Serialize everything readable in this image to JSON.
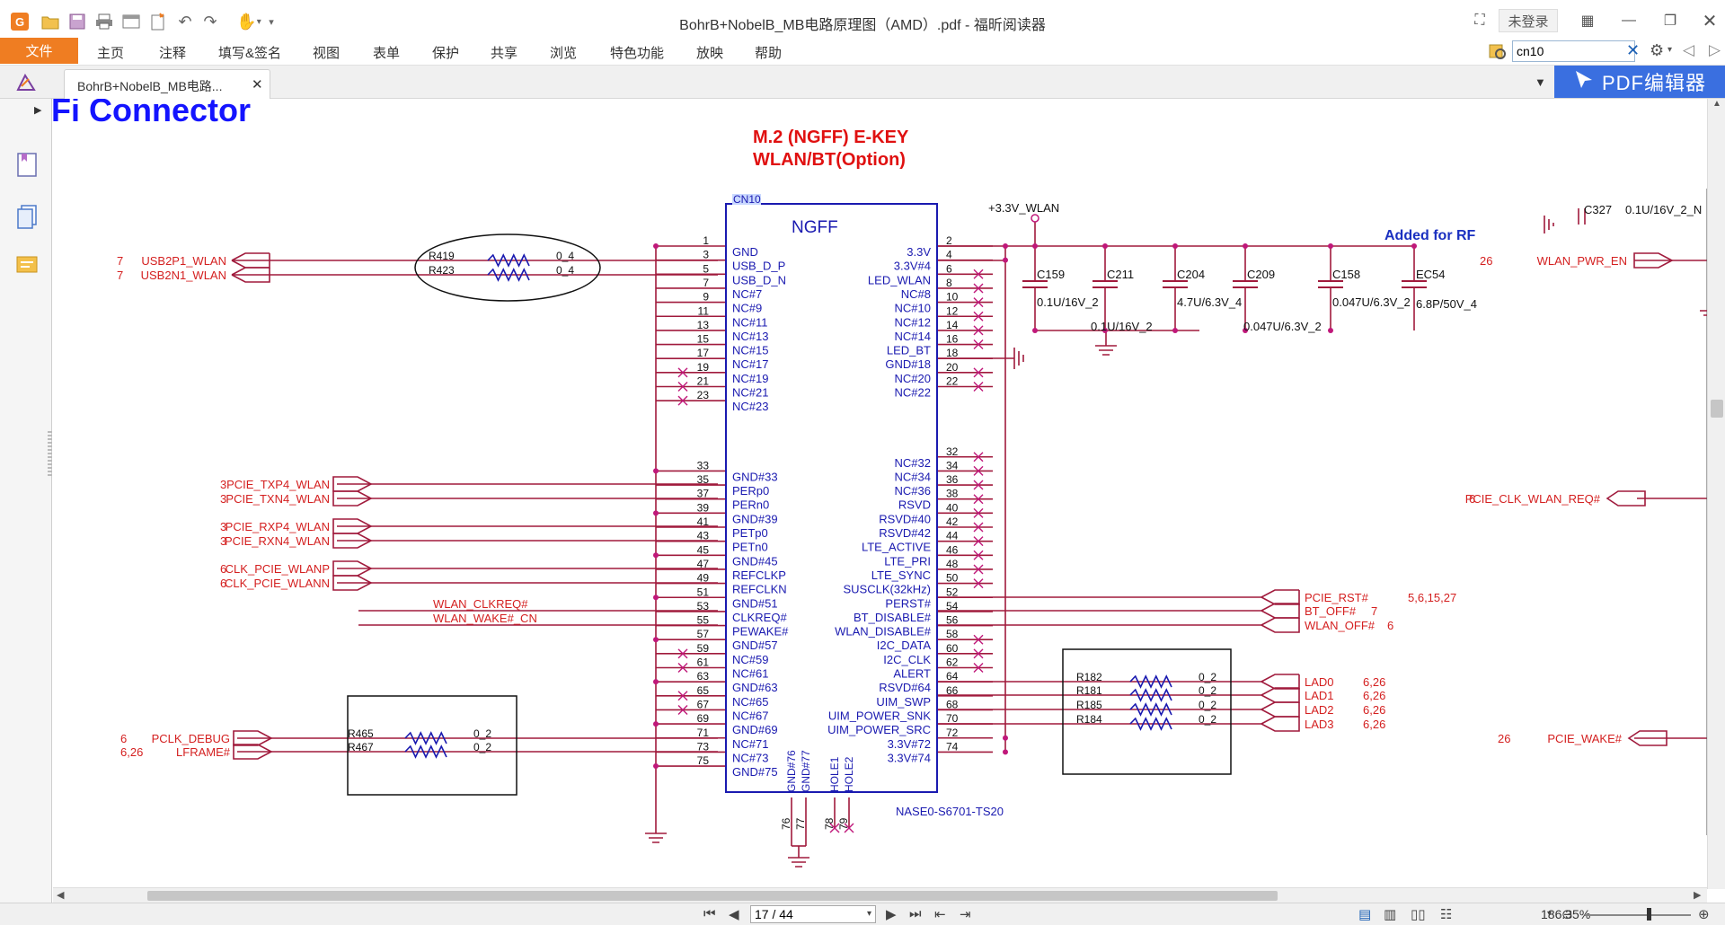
{
  "window": {
    "title": "BohrB+NobelB_MB电路原理图（AMD）.pdf - 福昕阅读器",
    "login": "未登录"
  },
  "menu": {
    "file": "文件",
    "items": [
      "主页",
      "注释",
      "填写&签名",
      "视图",
      "表单",
      "保护",
      "共享",
      "浏览",
      "特色功能",
      "放映",
      "帮助"
    ]
  },
  "search": {
    "value": "cn10"
  },
  "tab": {
    "label": "BohrB+NobelB_MB电路..."
  },
  "pdf_editor": {
    "label": "PDF编辑器"
  },
  "status": {
    "page": "17 / 44",
    "zoom": "186.35%"
  },
  "colors": {
    "accent": "#ef7d22",
    "wire": "#a01a3c",
    "component": "#1a1ab0",
    "net_red": "#d42020",
    "pdf_editor_bg": "#3a6fe0"
  },
  "schematic": {
    "heading": "Fi Connector",
    "title_line1": "M.2 (NGFF)  E-KEY",
    "title_line2": "WLAN/BT(Option)",
    "refdes": "CN10",
    "part_name": "NGFF",
    "part_number": "NASE0-S6701-TS20",
    "rf_note": "Added for RF",
    "power_label": "+3.3V_WLAN",
    "left_pins": [
      {
        "num": "1",
        "name": "GND"
      },
      {
        "num": "3",
        "name": "USB_D_P"
      },
      {
        "num": "5",
        "name": "USB_D_N"
      },
      {
        "num": "7",
        "name": "NC#7"
      },
      {
        "num": "9",
        "name": "NC#9"
      },
      {
        "num": "11",
        "name": "NC#11"
      },
      {
        "num": "13",
        "name": "NC#13"
      },
      {
        "num": "15",
        "name": "NC#15"
      },
      {
        "num": "17",
        "name": "NC#17"
      },
      {
        "num": "19",
        "name": "NC#19"
      },
      {
        "num": "21",
        "name": "NC#21"
      },
      {
        "num": "23",
        "name": "NC#23"
      },
      {
        "num": "33",
        "name": "GND#33"
      },
      {
        "num": "35",
        "name": "PERp0"
      },
      {
        "num": "37",
        "name": "PERn0"
      },
      {
        "num": "39",
        "name": "GND#39"
      },
      {
        "num": "41",
        "name": "PETp0"
      },
      {
        "num": "43",
        "name": "PETn0"
      },
      {
        "num": "45",
        "name": "GND#45"
      },
      {
        "num": "47",
        "name": "REFCLKP"
      },
      {
        "num": "49",
        "name": "REFCLKN"
      },
      {
        "num": "51",
        "name": "GND#51"
      },
      {
        "num": "53",
        "name": "CLKREQ#"
      },
      {
        "num": "55",
        "name": "PEWAKE#"
      },
      {
        "num": "57",
        "name": "GND#57"
      },
      {
        "num": "59",
        "name": "NC#59"
      },
      {
        "num": "61",
        "name": "NC#61"
      },
      {
        "num": "63",
        "name": "GND#63"
      },
      {
        "num": "65",
        "name": "NC#65"
      },
      {
        "num": "67",
        "name": "NC#67"
      },
      {
        "num": "69",
        "name": "GND#69"
      },
      {
        "num": "71",
        "name": "NC#71"
      },
      {
        "num": "73",
        "name": "NC#73"
      },
      {
        "num": "75",
        "name": "GND#75"
      }
    ],
    "right_pins": [
      {
        "num": "2",
        "name": "3.3V"
      },
      {
        "num": "4",
        "name": "3.3V#4"
      },
      {
        "num": "6",
        "name": "LED_WLAN"
      },
      {
        "num": "8",
        "name": "NC#8"
      },
      {
        "num": "10",
        "name": "NC#10"
      },
      {
        "num": "12",
        "name": "NC#12"
      },
      {
        "num": "14",
        "name": "NC#14"
      },
      {
        "num": "16",
        "name": "LED_BT"
      },
      {
        "num": "18",
        "name": "GND#18"
      },
      {
        "num": "20",
        "name": "NC#20"
      },
      {
        "num": "22",
        "name": "NC#22"
      },
      {
        "num": "32",
        "name": "NC#32"
      },
      {
        "num": "34",
        "name": "NC#34"
      },
      {
        "num": "36",
        "name": "NC#36"
      },
      {
        "num": "38",
        "name": "RSVD"
      },
      {
        "num": "40",
        "name": "RSVD#40"
      },
      {
        "num": "42",
        "name": "RSVD#42"
      },
      {
        "num": "44",
        "name": "LTE_ACTIVE"
      },
      {
        "num": "46",
        "name": "LTE_PRI"
      },
      {
        "num": "48",
        "name": "LTE_SYNC"
      },
      {
        "num": "50",
        "name": "SUSCLK(32kHz)"
      },
      {
        "num": "52",
        "name": "PERST#"
      },
      {
        "num": "54",
        "name": "BT_DISABLE#"
      },
      {
        "num": "56",
        "name": "WLAN_DISABLE#"
      },
      {
        "num": "58",
        "name": "I2C_DATA"
      },
      {
        "num": "60",
        "name": "I2C_CLK"
      },
      {
        "num": "62",
        "name": "ALERT"
      },
      {
        "num": "64",
        "name": "RSVD#64"
      },
      {
        "num": "66",
        "name": "UIM_SWP"
      },
      {
        "num": "68",
        "name": "UIM_POWER_SNK"
      },
      {
        "num": "70",
        "name": "UIM_POWER_SRC"
      },
      {
        "num": "72",
        "name": "3.3V#72"
      },
      {
        "num": "74",
        "name": "3.3V#74"
      }
    ],
    "bottom_pins": [
      "GND#76",
      "GND#77",
      "HOLE1",
      "HOLE2"
    ],
    "bottom_pin_nums": [
      "76",
      "77",
      "78",
      "79"
    ],
    "left_nets": [
      {
        "page": "7",
        "name": "USB2P1_WLAN"
      },
      {
        "page": "7",
        "name": "USB2N1_WLAN"
      },
      {
        "page": "3",
        "name": "PCIE_TXP4_WLAN"
      },
      {
        "page": "3",
        "name": "PCIE_TXN4_WLAN"
      },
      {
        "page": "3",
        "name": "PCIE_RXP4_WLAN"
      },
      {
        "page": "3",
        "name": "PCIE_RXN4_WLAN"
      },
      {
        "page": "6",
        "name": "CLK_PCIE_WLANP"
      },
      {
        "page": "6",
        "name": "CLK_PCIE_WLANN"
      },
      {
        "page": "6",
        "name": "PCLK_DEBUG"
      },
      {
        "page": "6,26",
        "name": "LFRAME#"
      }
    ],
    "mid_nets": [
      "WLAN_CLKREQ#",
      "WLAN_WAKE#_CN"
    ],
    "right_nets": [
      {
        "name": "PCIE_RST#",
        "page": "5,6,15,27"
      },
      {
        "name": "BT_OFF#",
        "page": "7"
      },
      {
        "name": "WLAN_OFF#",
        "page": "6"
      },
      {
        "name": "LAD0",
        "page": "6,26"
      },
      {
        "name": "LAD1",
        "page": "6,26"
      },
      {
        "name": "LAD2",
        "page": "6,26"
      },
      {
        "name": "LAD3",
        "page": "6,26"
      }
    ],
    "far_right_nets": [
      {
        "page": "26",
        "name": "WLAN_PWR_EN"
      },
      {
        "page": "6",
        "name": "PCIE_CLK_WLAN_REQ#"
      },
      {
        "page": "26",
        "name": "PCIE_WAKE#"
      }
    ],
    "resistors_top": [
      {
        "ref": "R419",
        "val": "0_4"
      },
      {
        "ref": "R423",
        "val": "0_4"
      }
    ],
    "resistors_bl": [
      {
        "ref": "R465",
        "val": "0_2"
      },
      {
        "ref": "R467",
        "val": "0_2"
      }
    ],
    "resistors_br": [
      {
        "ref": "R182",
        "val": "0_2"
      },
      {
        "ref": "R181",
        "val": "0_2"
      },
      {
        "ref": "R185",
        "val": "0_2"
      },
      {
        "ref": "R184",
        "val": "0_2"
      }
    ],
    "caps": [
      {
        "ref": "C159",
        "val": "0.1U/16V_2"
      },
      {
        "ref": "C211",
        "val": "0.1U/16V_2"
      },
      {
        "ref": "C204",
        "val": "4.7U/6.3V_4"
      },
      {
        "ref": "C209",
        "val": "0.047U/6.3V_2"
      },
      {
        "ref": "C158",
        "val": "0.047U/6.3V_2"
      },
      {
        "ref": "EC54",
        "val": "6.8P/50V_4"
      }
    ],
    "c327": {
      "ref": "C327",
      "val": "0.1U/16V_2_N"
    }
  }
}
